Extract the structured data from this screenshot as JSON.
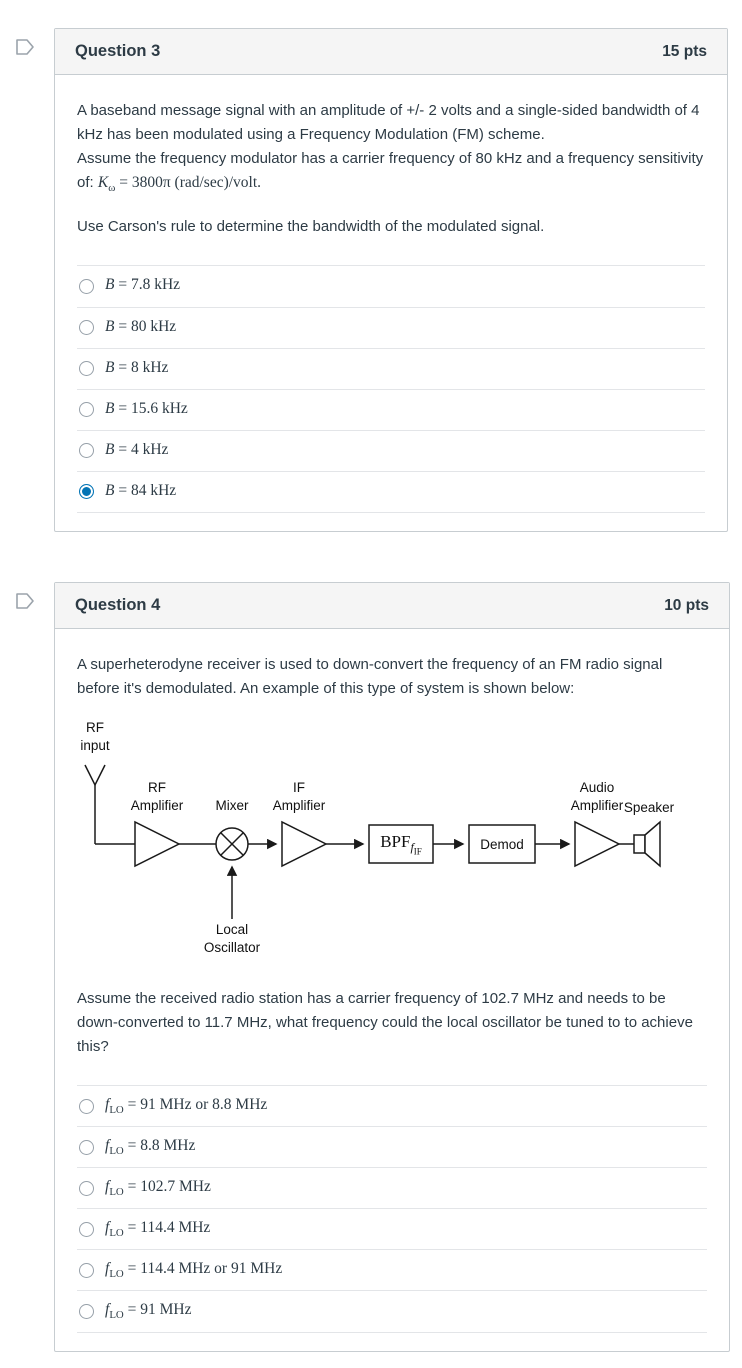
{
  "colors": {
    "accent": "#0374B5",
    "text": "#2D3B45",
    "card_border": "#C7CDD1",
    "header_bg": "#F5F5F5"
  },
  "q3": {
    "title": "Question 3",
    "points": "15 pts",
    "intro_1": "A baseband message signal with an amplitude of +/- 2 volts and a single-sided bandwidth of 4 kHz has been modulated using a Frequency Modulation (FM) scheme.",
    "intro_2": "Assume the frequency modulator has a carrier frequency of 80 kHz and a frequency sensitivity of: ",
    "sensitivity": {
      "var": "K",
      "sub": "ω",
      "rest": " = 3800π (rad/sec)/volt."
    },
    "prompt": "Use Carson's rule to determine the bandwidth of the modulated signal.",
    "options": [
      {
        "var": "B",
        "sub": "",
        "rest": " = 7.8 kHz",
        "selected": false
      },
      {
        "var": "B",
        "sub": "",
        "rest": " = 80 kHz",
        "selected": false
      },
      {
        "var": "B",
        "sub": "",
        "rest": " = 8 kHz",
        "selected": false
      },
      {
        "var": "B",
        "sub": "",
        "rest": " = 15.6 kHz",
        "selected": false
      },
      {
        "var": "B",
        "sub": "",
        "rest": " = 4 kHz",
        "selected": false
      },
      {
        "var": "B",
        "sub": "",
        "rest": " = 84 kHz",
        "selected": true
      }
    ]
  },
  "q4": {
    "title": "Question 4",
    "points": "10 pts",
    "intro": "A superheterodyne receiver is used to down-convert the frequency of an FM radio signal before it's demodulated. An example of this type of system is shown below:",
    "question": "Assume the received radio station has a carrier frequency of 102.7 MHz and needs to be down-converted to 11.7 MHz, what frequency could the local oscillator be tuned to to achieve this?",
    "diagram": {
      "rf_input_1": "RF",
      "rf_input_2": "input",
      "rf_amp_1": "RF",
      "rf_amp_2": "Amplifier",
      "mixer": "Mixer",
      "if_amp_1": "IF",
      "if_amp_2": "Amplifier",
      "bpf": "BPF",
      "bpf_sub_var": "f",
      "bpf_sub_sub": "IF",
      "demod": "Demod",
      "audio_amp_1": "Audio",
      "audio_amp_2": "Amplifier",
      "speaker": "Speaker",
      "lo_1": "Local",
      "lo_2": "Oscillator"
    },
    "options": [
      {
        "var": "f",
        "sub": "LO",
        "rest": " = 91 MHz or 8.8 MHz",
        "selected": false
      },
      {
        "var": "f",
        "sub": "LO",
        "rest": " = 8.8 MHz",
        "selected": false
      },
      {
        "var": "f",
        "sub": "LO",
        "rest": " = 102.7 MHz",
        "selected": false
      },
      {
        "var": "f",
        "sub": "LO",
        "rest": " = 114.4 MHz",
        "selected": false
      },
      {
        "var": "f",
        "sub": "LO",
        "rest": " = 114.4 MHz or 91 MHz",
        "selected": false
      },
      {
        "var": "f",
        "sub": "LO",
        "rest": " = 91 MHz",
        "selected": false
      }
    ]
  }
}
